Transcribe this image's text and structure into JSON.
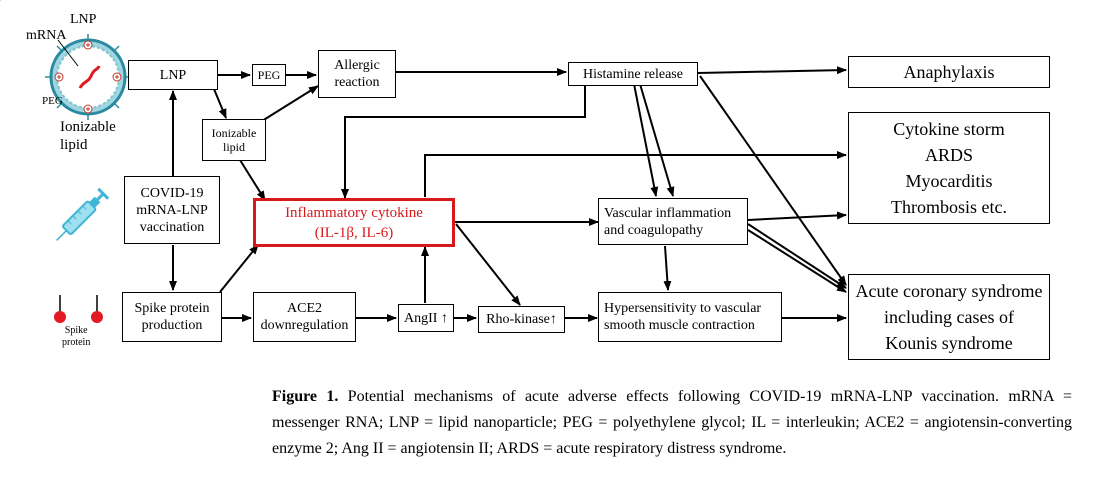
{
  "lnp_diagram": {
    "label_lnp": "LNP",
    "label_mrna": "mRNA",
    "label_peg": "PEG",
    "label_ionizable": [
      "Ionizable",
      "lipid"
    ]
  },
  "spike_icon": {
    "label": [
      "Spike",
      "protein"
    ]
  },
  "boxes": {
    "lnp": "LNP",
    "peg": "PEG",
    "allergic": [
      "Allergic",
      "reaction"
    ],
    "ionizable": [
      "Ionizable",
      "lipid"
    ],
    "histamine": "Histamine release",
    "anaphylaxis": "Anaphylaxis",
    "cytokine_outcomes": [
      "Cytokine storm",
      "ARDS",
      "Myocarditis",
      "Thrombosis etc."
    ],
    "vaccination": [
      "COVID-19",
      "mRNA-LNP",
      "vaccination"
    ],
    "inflammatory": [
      "Inflammatory cytokine",
      "(IL-1β, IL-6)"
    ],
    "vascular": [
      "Vascular inflammation",
      "and coagulopathy"
    ],
    "spike_prod": [
      "Spike protein",
      "production"
    ],
    "ace2": [
      "ACE2",
      "downregulation"
    ],
    "angii": "AngII ↑",
    "rho": "Rho-kinase↑",
    "hyper": [
      "Hypersensitivity to vascular",
      "smooth muscle contraction"
    ],
    "acs": [
      "Acute coronary syndrome",
      "including cases of",
      "Kounis syndrome"
    ]
  },
  "caption": {
    "label": "Figure 1.",
    "text": " Potential mechanisms of acute adverse effects following COVID-19 mRNA-LNP vaccination. mRNA = messenger RNA; LNP = lipid nanoparticle; PEG = polyethylene glycol; IL = interleukin; ACE2 = angiotensin-converting enzyme 2; Ang II = angiotensin II; ARDS = acute respiratory distress syndrome."
  },
  "colors": {
    "highlight": "#d7191c",
    "lnp_shell": "#2a8aa0",
    "syringe": "#3fb6d6",
    "spike": "#e21b23"
  }
}
